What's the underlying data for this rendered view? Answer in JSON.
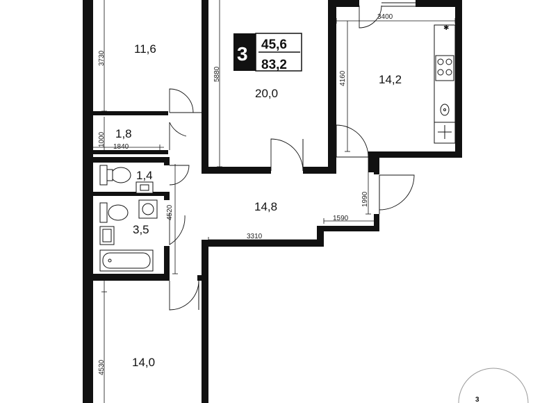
{
  "apartment": {
    "rooms_count": "3",
    "living_area": "45,6",
    "total_area": "83,2"
  },
  "rooms": {
    "bedroom_top": "11,6",
    "living_room": "20,0",
    "kitchen": "14,2",
    "storage": "1,8",
    "wc": "1,4",
    "hall": "14,8",
    "bathroom": "3,5",
    "bedroom_bottom": "14,0"
  },
  "dimensions": {
    "d3730": "3730",
    "d5880": "5880",
    "d3400": "3400",
    "d4160": "4160",
    "d1000": "1000",
    "d1840": "1840",
    "d4520": "4520",
    "d1990": "1990",
    "d1590": "1590",
    "d3310": "3310",
    "d4530": "4530"
  },
  "corner_label": "3",
  "colors": {
    "wall": "#111111",
    "background": "#ffffff",
    "badge": "#111111"
  },
  "icons": [
    "stove-icon",
    "sink-icon",
    "toilet-icon",
    "bathtub-icon",
    "washbasin-icon",
    "washer-icon"
  ]
}
